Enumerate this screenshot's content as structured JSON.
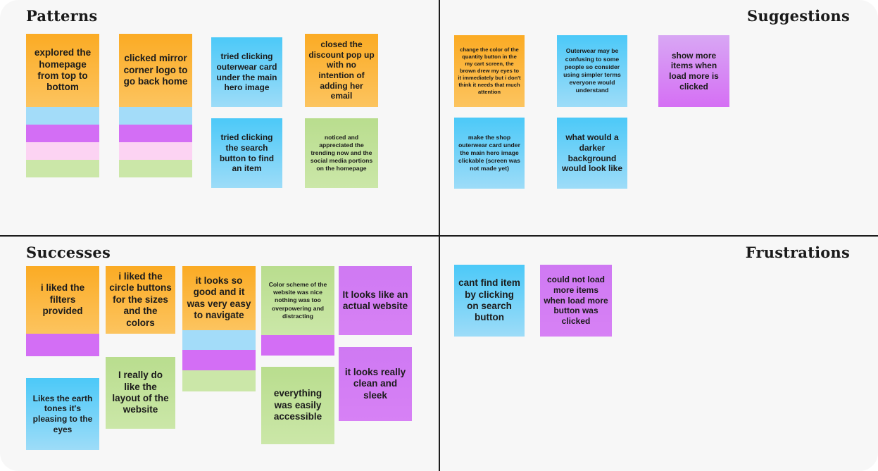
{
  "board": {
    "background": "#f7f7f7",
    "divider_color": "#1c1c1c",
    "quadrants": {
      "patterns": "Patterns",
      "suggestions": "Suggestions",
      "successes": "Successes",
      "frustrations": "Frustrations"
    }
  },
  "palette": {
    "orange": "#fbab24",
    "blue": "#4cc9f8",
    "purple": "#d36ef5",
    "pink": "#fcd3f3",
    "green": "#b9dd8e"
  },
  "patterns": {
    "notes": [
      {
        "id": "p1",
        "text": "explored the homepage from top to bottom",
        "color": "orange",
        "stack": [
          "blue",
          "purple",
          "pink",
          "green"
        ]
      },
      {
        "id": "p2",
        "text": "clicked mirror corner logo to go back home",
        "color": "orange",
        "stack": [
          "blue",
          "purple",
          "pink",
          "green"
        ]
      },
      {
        "id": "p3",
        "text": "tried clicking outerwear card under the main hero image",
        "color": "blue",
        "stack": []
      },
      {
        "id": "p4",
        "text": "closed the discount pop up with no intention of adding her email",
        "color": "orange",
        "stack": []
      },
      {
        "id": "p5",
        "text": "tried clicking the search button to find an item",
        "color": "blue",
        "stack": []
      },
      {
        "id": "p6",
        "text": "noticed and appreciated the trending now and the social media portions on the homepage",
        "color": "green",
        "stack": []
      }
    ]
  },
  "suggestions": {
    "notes": [
      {
        "id": "s1",
        "text": "change the color of the quantity button in the my cart screen, the brown drew my eyes to it immediately but i don't think it needs that much attention",
        "color": "orange",
        "stack": []
      },
      {
        "id": "s2",
        "text": "Outerwear may be confusing to some people so consider using simpler terms everyone would understand",
        "color": "blue",
        "stack": []
      },
      {
        "id": "s3",
        "text": "show more items when load more is clicked",
        "color": "purple",
        "stack": []
      },
      {
        "id": "s4",
        "text": "make the shop outerwear card under the main hero image clickable (screen was not made yet)",
        "color": "blue",
        "stack": []
      },
      {
        "id": "s5",
        "text": "what would a darker background would look like",
        "color": "blue",
        "stack": []
      }
    ]
  },
  "successes": {
    "notes": [
      {
        "id": "u1",
        "text": "i liked the filters provided",
        "color": "orange",
        "stack": [
          "purple"
        ]
      },
      {
        "id": "u2",
        "text": "i liked the circle buttons for the sizes and the colors",
        "color": "orange",
        "stack": []
      },
      {
        "id": "u3",
        "text": "it looks so good and it was very easy to navigate",
        "color": "orange",
        "stack": [
          "blue",
          "purple",
          "green"
        ]
      },
      {
        "id": "u4",
        "text": "Color scheme of the website was nice nothing was too overpowering and distracting",
        "color": "green",
        "stack": [
          "purple"
        ]
      },
      {
        "id": "u5",
        "text": "It looks like an actual website",
        "color": "purple",
        "stack": []
      },
      {
        "id": "u6",
        "text": "Likes the earth tones it's pleasing to the eyes",
        "color": "blue",
        "stack": []
      },
      {
        "id": "u7",
        "text": "I really do like the layout of the website",
        "color": "green",
        "stack": []
      },
      {
        "id": "u8",
        "text": "everything was easily accessible",
        "color": "green",
        "stack": []
      },
      {
        "id": "u9",
        "text": "it looks really clean and sleek",
        "color": "purple",
        "stack": []
      }
    ]
  },
  "frustrations": {
    "notes": [
      {
        "id": "f1",
        "text": "cant find item by clicking on search button",
        "color": "blue",
        "stack": []
      },
      {
        "id": "f2",
        "text": "could not load more items when load more button was clicked",
        "color": "purple",
        "stack": []
      }
    ]
  }
}
